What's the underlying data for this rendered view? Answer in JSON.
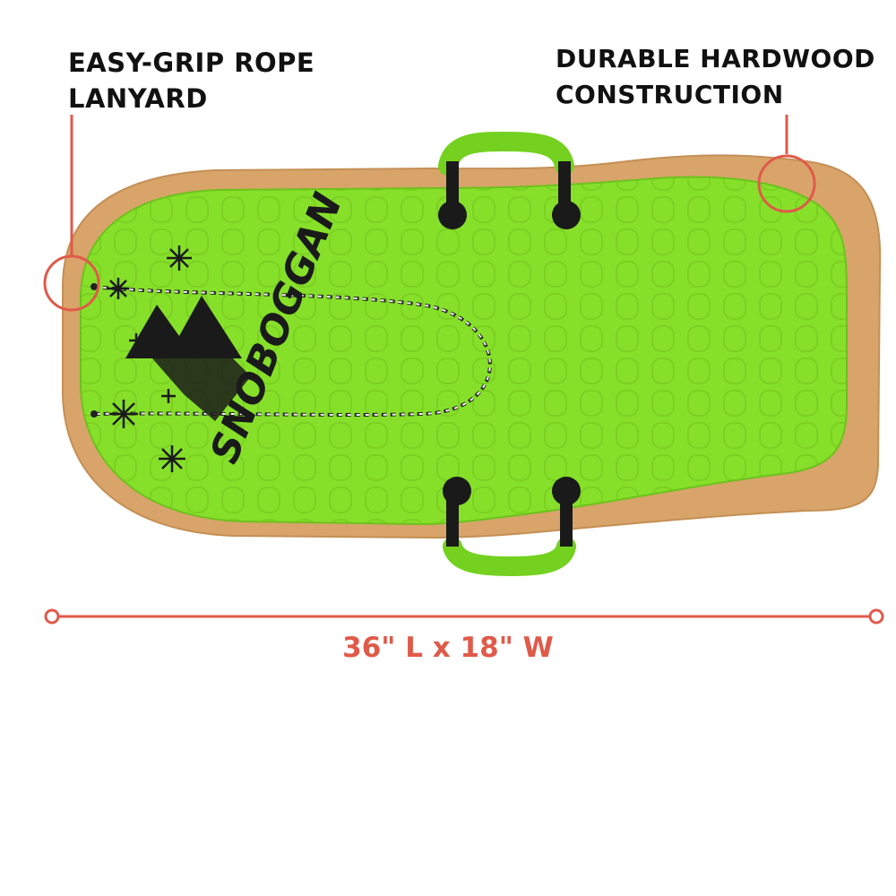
{
  "callouts": {
    "rope": {
      "line1": "EASY-GRIP ROPE",
      "line2": "LANYARD"
    },
    "wood": {
      "line1": "DURABLE HARDWOOD",
      "line2": "CONSTRUCTION"
    }
  },
  "dimension": {
    "text": "36\" L x 18\" W"
  },
  "logo": {
    "text": "SNOBOGGAN"
  },
  "colors": {
    "accent": "#e05a4a",
    "deck": "#86e02a",
    "wood": "#d8a46a",
    "text": "#111111"
  },
  "icons": [
    "snowflake-icon",
    "mountain-icon",
    "handle-icon",
    "callout-circle-icon"
  ]
}
